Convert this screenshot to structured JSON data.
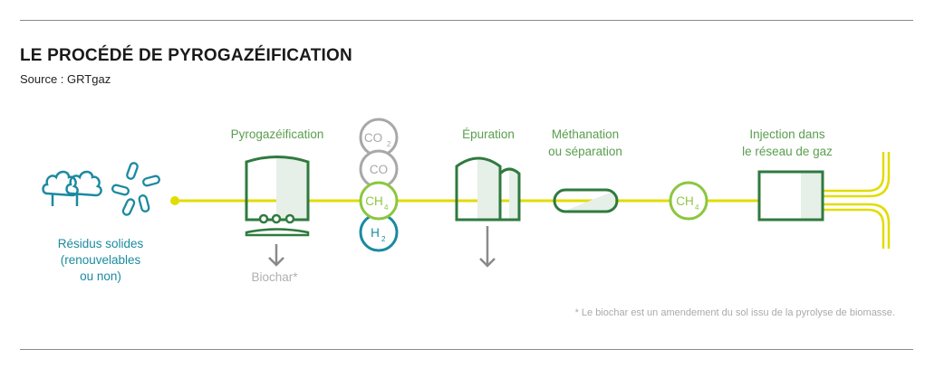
{
  "title": "LE PROCÉDÉ DE PYROGAZÉIFICATION",
  "source": "Source : GRTgaz",
  "steps": {
    "residus": [
      "Résidus solides",
      "(renouvelables",
      "ou non)"
    ],
    "pyro": "Pyrogazéification",
    "biochar": "Biochar*",
    "epuration": "Épuration",
    "methanation": [
      "Méthanation",
      "ou séparation"
    ],
    "injection": [
      "Injection dans",
      "le réseau de gaz"
    ]
  },
  "gases": {
    "co2": {
      "main": "CO",
      "sub": "2"
    },
    "co": {
      "main": "CO"
    },
    "ch4": {
      "main": "CH",
      "sub": "4"
    },
    "h2": {
      "main": "H",
      "sub": "2"
    },
    "ch4_final": {
      "main": "CH",
      "sub": "4"
    }
  },
  "footnote": "* Le biochar est un amendement du sol issu de la pyrolyse de biomasse.",
  "colors": {
    "yellow": "#e2dc00",
    "dark_green": "#2f7a3f",
    "light_green": "#8cc63f",
    "teal": "#1b8aa0",
    "gray": "#a0a0a0"
  }
}
